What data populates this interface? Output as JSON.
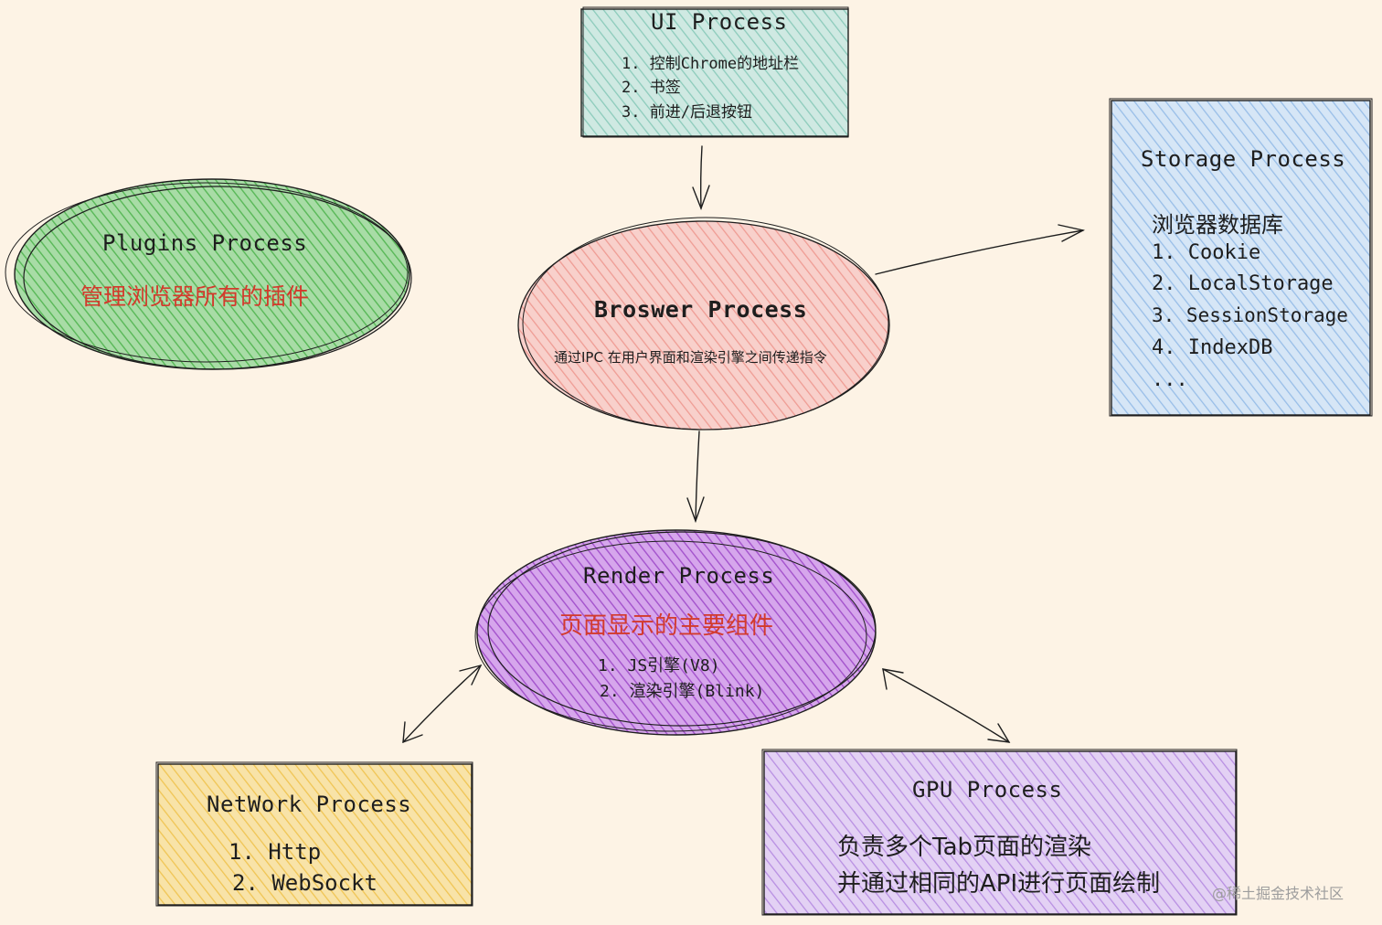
{
  "colors": {
    "background": "#fdf3e5",
    "ui": "#9fd4c6",
    "storage": "#a9c9ec",
    "browser": "#f3aaa3",
    "plugins": "#6cc46a",
    "render": "#b466d6",
    "network": "#f3cf6e",
    "gpu": "#c29ee6",
    "highlight_text": "#d33a2c"
  },
  "nodes": {
    "ui": {
      "title": "UI Process",
      "items": [
        "1. 控制Chrome的地址栏",
        "2. 书签",
        "3. 前进/后退按钮"
      ]
    },
    "storage": {
      "title": "Storage Process",
      "subtitle": "浏览器数据库",
      "items": [
        "1. Cookie",
        "2. LocalStorage",
        "3. SessionStorage",
        "4. IndexDB",
        "..."
      ]
    },
    "plugins": {
      "title": "Plugins Process",
      "desc": "管理浏览器所有的插件"
    },
    "browser": {
      "title": "Broswer Process",
      "desc": "通过IPC 在用户界面和渲染引擎之间传递指令"
    },
    "render": {
      "title": "Render Process",
      "desc": "页面显示的主要组件",
      "items": [
        "1. JS引擎(V8)",
        "2. 渲染引擎(Blink)"
      ]
    },
    "network": {
      "title": "NetWork Process",
      "items": [
        "1. Http",
        "2. WebSockt"
      ]
    },
    "gpu": {
      "title": "GPU Process",
      "lines": [
        "负责多个Tab页面的渲染",
        "并通过相同的API进行页面绘制"
      ]
    }
  },
  "watermark": "@稀土掘金技术社区"
}
